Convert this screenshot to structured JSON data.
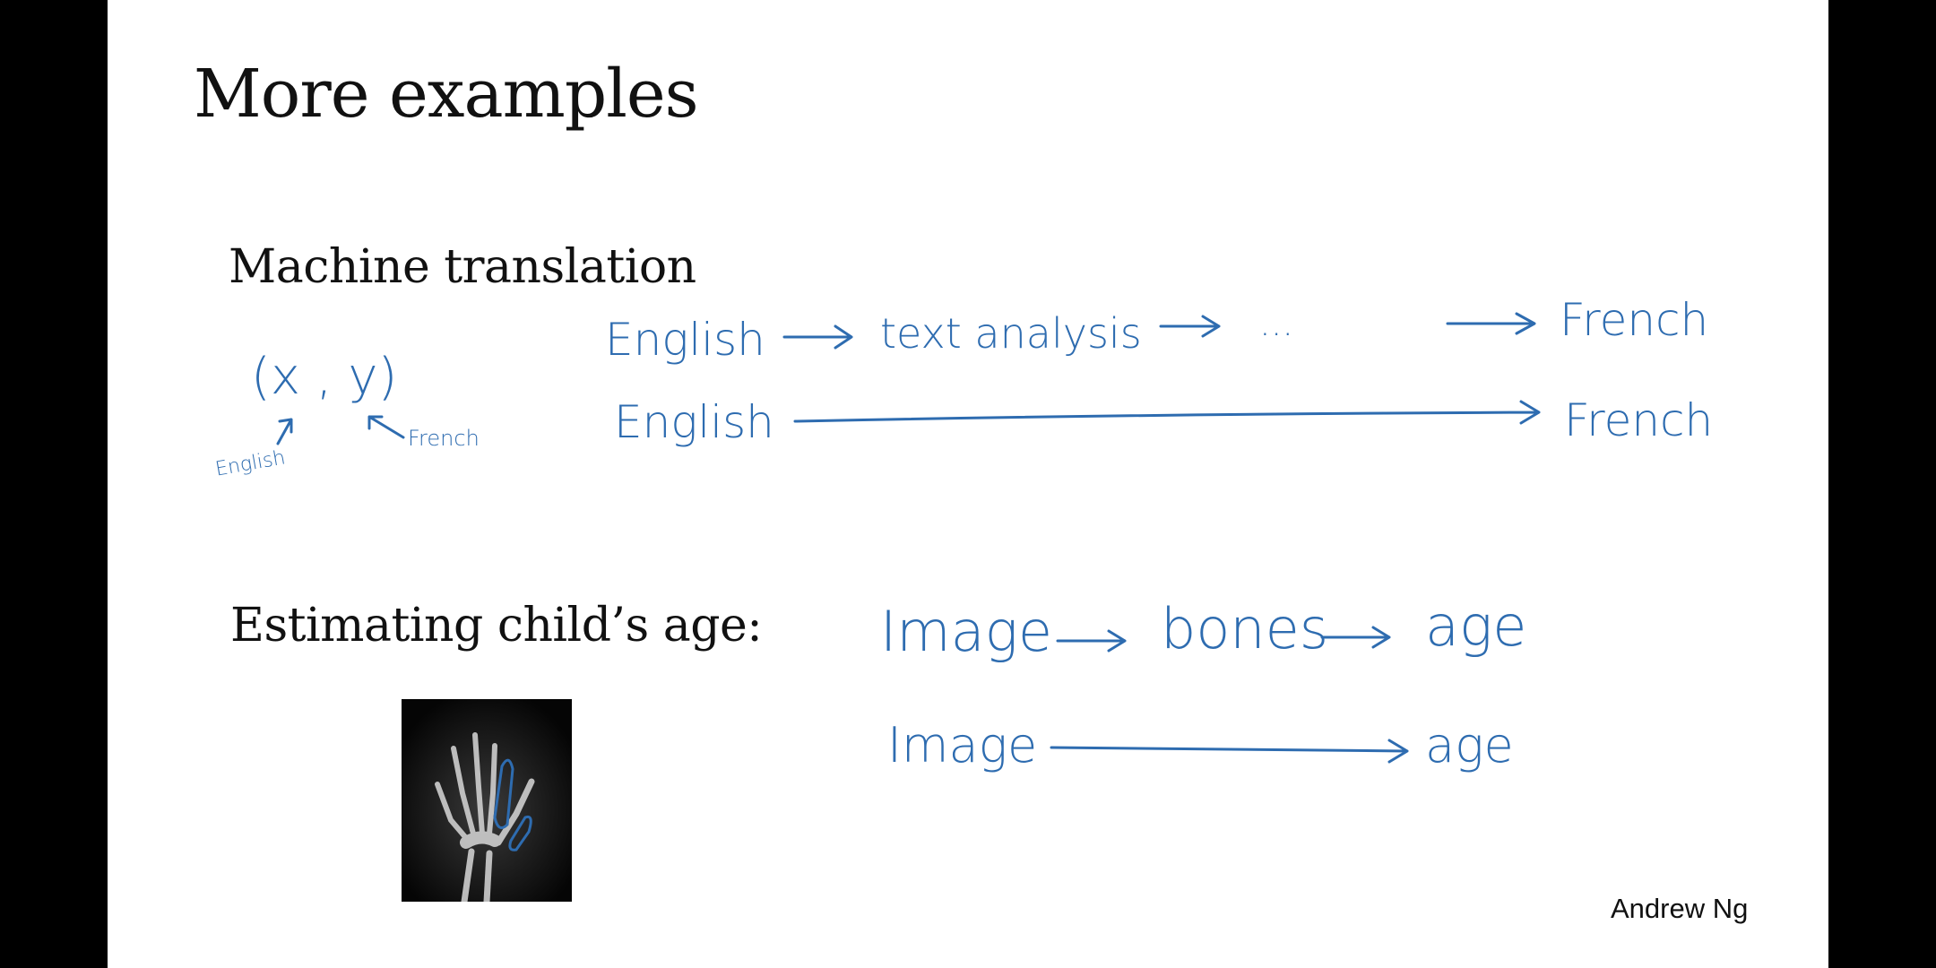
{
  "slide": {
    "title": "More examples",
    "author": "Andrew Ng"
  },
  "machine_translation": {
    "heading": "Machine translation",
    "pair_notation": "(x , y)",
    "x_label": "English",
    "y_label": "French",
    "pipeline_row": {
      "steps": [
        "English",
        "text analysis",
        "...",
        "French"
      ]
    },
    "end_to_end_row": {
      "input": "English",
      "output": "French"
    }
  },
  "child_age": {
    "heading": "Estimating child’s age:",
    "pipeline_row": {
      "steps": [
        "Image",
        "bones",
        "age"
      ]
    },
    "end_to_end_row": {
      "input": "Image",
      "output": "age"
    },
    "image_description": "hand-x-ray"
  },
  "colors": {
    "ink": "#2e6cb0",
    "text": "#111111",
    "background": "#ffffff",
    "letterbox": "#000000"
  }
}
